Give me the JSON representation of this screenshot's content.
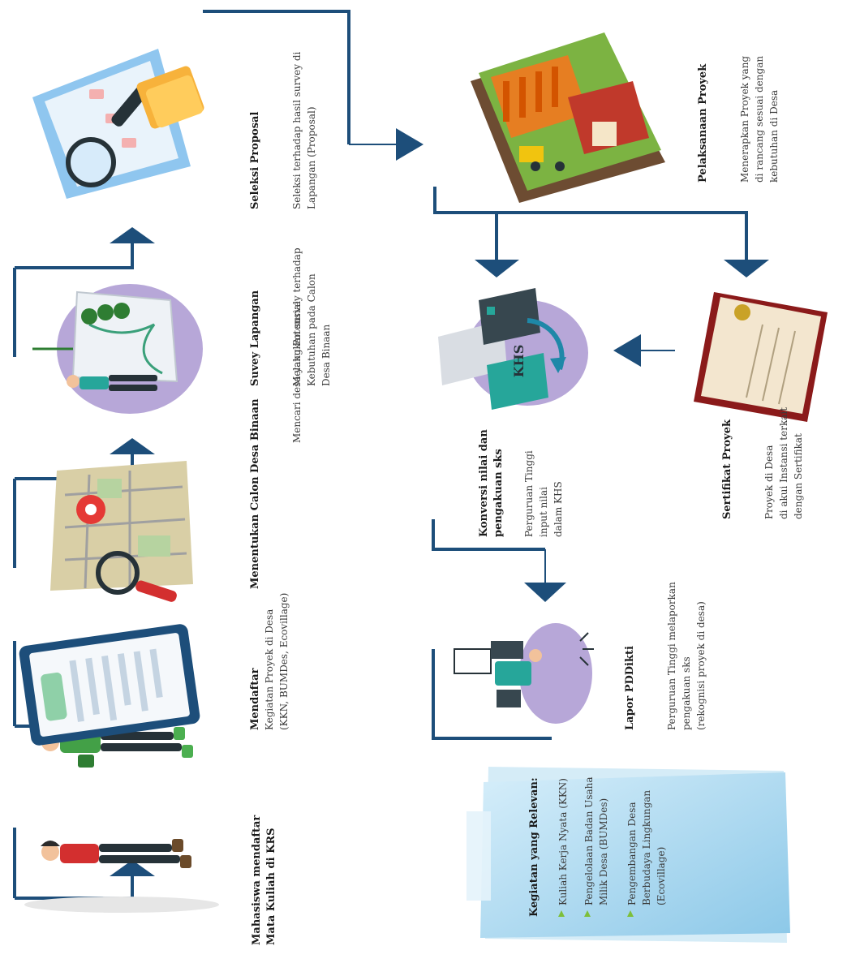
{
  "colors": {
    "accent": "#1d4e7a",
    "panel": "#a9d6ee",
    "bullet": "#7dbf3a"
  },
  "steps": {
    "krs": {
      "title": "Mahasiswa mendaftar",
      "title2": "Mata Kuliah di KRS"
    },
    "register": {
      "title": "Mendaftar",
      "desc1": "Kegiatan Proyek di Desa",
      "desc2": "(KKN, BUMDes, Ecovillage)"
    },
    "village": {
      "title": "Menentukan Calon Desa Binaan",
      "desc1": "Mencari desa yang Potensial"
    },
    "survey": {
      "title": "Suvey Lapangan",
      "desc1": "Melakukan survey terhadap",
      "desc2": "Kebutuhan pada Calon",
      "desc3": "Desa Binaan"
    },
    "proposal": {
      "title": "Seleksi Proposal",
      "desc1": "Seleksi terhadap hasil survey di",
      "desc2": "Lapangan (Proposal)"
    },
    "project": {
      "title": "Pelaksanaan Proyek",
      "desc1": "Menerapkan Proyek yang",
      "desc2": "di rancang sesuai dengan",
      "desc3": "kebutuhan di Desa"
    },
    "conversion": {
      "title": "Konversi nilai dan",
      "title2": "pengakuan sks",
      "desc1": "Perguruan Tinggi",
      "desc2": "input nilai",
      "desc3": "dalam KHS",
      "icon_label": "KHS"
    },
    "certificate": {
      "title": "Sertifikat Proyek",
      "desc1": "Proyek di Desa",
      "desc2": "di akui Instansi terkait",
      "desc3": "dengan Sertifikat"
    },
    "report": {
      "title": "Lapor PDDikti",
      "desc1": "Perguruan Tinggi melaporkan",
      "desc2": "pengakuan sks",
      "desc3": "(rekognisi proyek di desa)"
    }
  },
  "relevant": {
    "heading": "Kegiatan yang Relevan:",
    "item1": "Kuliah Kerja Nyata (KKN)",
    "item2a": "Pengelolaan Badan Usaha",
    "item2b": "Milik Desa (BUMDes)",
    "item3a": "Pengembangan Desa",
    "item3b": "Berbudaya Lingkungan",
    "item3c": "(Ecovillage)"
  }
}
